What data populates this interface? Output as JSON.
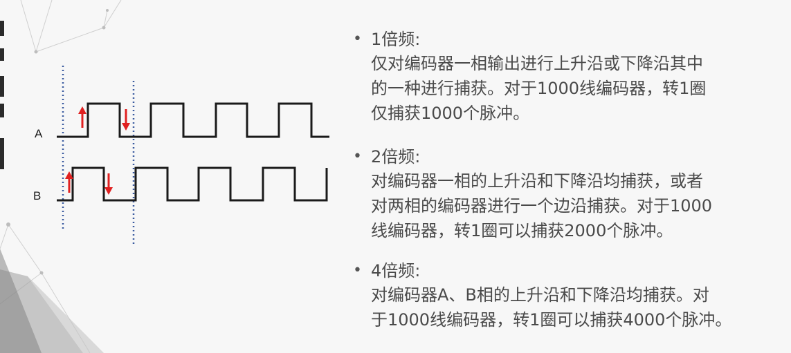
{
  "diagram": {
    "signal_labels": [
      "A",
      "B"
    ]
  },
  "bullets": [
    {
      "title": "1倍频:",
      "desc": "仅对编码器一相输出进行上升沿或下降沿其中\n的一种进行捕获。对于1000线编码器，转1圈\n仅捕获1000个脉冲。"
    },
    {
      "title": "2倍频:",
      "desc": "对编码器一相的上升沿和下降沿均捕获，或者\n对两相的编码器进行一个边沿捕获。对于1000\n线编码器，转1圈可以捕获2000个脉冲。"
    },
    {
      "title": "4倍频:",
      "desc": "对编码器A、B相的上升沿和下降沿均捕获。对\n于1000线编码器，转1圈可以捕获4000个脉冲。"
    }
  ],
  "colors": {
    "waveform": "#1a1a1a",
    "arrow": "#e02020",
    "dotted_line": "#3a5ba0",
    "text": "#4a4a4a"
  }
}
